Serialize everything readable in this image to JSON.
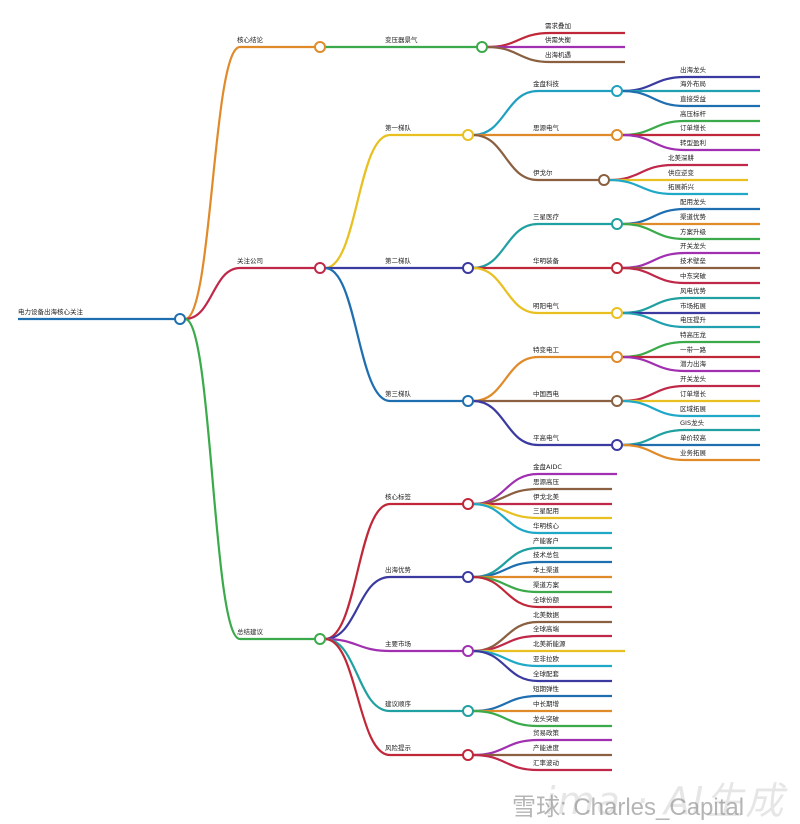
{
  "mindmap": {
    "label": "电力设备出海核心关注",
    "color": "#1f6fb0",
    "children": [
      {
        "label": "核心结论",
        "color": "#e08a2a",
        "children": [
          {
            "label": "变压器景气",
            "color": "#3aaa4a",
            "children": [
              {
                "label": "需求叠加",
                "color": "#c0283a"
              },
              {
                "label": "供需失衡",
                "color": "#a030b0"
              },
              {
                "label": "出海机遇",
                "color": "#8a6040"
              }
            ]
          }
        ]
      },
      {
        "label": "关注公司",
        "color": "#c0284a",
        "children": [
          {
            "label": "第一梯队",
            "color": "#e8c020",
            "children": [
              {
                "label": "金盘科技",
                "color": "#20a0c0",
                "children": [
                  {
                    "label": "出海龙头",
                    "color": "#3a3aa0"
                  },
                  {
                    "label": "海外布局",
                    "color": "#20a0b0"
                  },
                  {
                    "label": "直接受益",
                    "color": "#1f6fb0"
                  }
                ]
              },
              {
                "label": "思源电气",
                "color": "#e08a2a",
                "children": [
                  {
                    "label": "高压标杆",
                    "color": "#3aaa4a"
                  },
                  {
                    "label": "订单增长",
                    "color": "#c0283a"
                  },
                  {
                    "label": "转型盈利",
                    "color": "#a030b0"
                  }
                ]
              },
              {
                "label": "伊戈尔",
                "color": "#8a6040",
                "children": [
                  {
                    "label": "北美深耕",
                    "color": "#c0284a"
                  },
                  {
                    "label": "供应逆变",
                    "color": "#e8c020"
                  },
                  {
                    "label": "拓展新兴",
                    "color": "#20a8c8"
                  }
                ]
              }
            ]
          },
          {
            "label": "第二梯队",
            "color": "#3a3aa0",
            "children": [
              {
                "label": "三星医疗",
                "color": "#20a0a0",
                "children": [
                  {
                    "label": "配用龙头",
                    "color": "#1f6fb0"
                  },
                  {
                    "label": "渠道优势",
                    "color": "#e08a2a"
                  },
                  {
                    "label": "方案升级",
                    "color": "#3aaa4a"
                  }
                ]
              },
              {
                "label": "华明装备",
                "color": "#c0283a",
                "children": [
                  {
                    "label": "开关龙头",
                    "color": "#a030b0"
                  },
                  {
                    "label": "技术壁垒",
                    "color": "#8a6040"
                  },
                  {
                    "label": "中东突破",
                    "color": "#c0284a"
                  }
                ]
              },
              {
                "label": "明阳电气",
                "color": "#e8c020",
                "children": [
                  {
                    "label": "风电优势",
                    "color": "#20a0a0"
                  },
                  {
                    "label": "市场拓展",
                    "color": "#3a3aa0"
                  },
                  {
                    "label": "电压提升",
                    "color": "#20a0b0"
                  }
                ]
              }
            ]
          },
          {
            "label": "第三梯队",
            "color": "#1f6fb0",
            "children": [
              {
                "label": "特变电工",
                "color": "#e08a2a",
                "children": [
                  {
                    "label": "特高压龙",
                    "color": "#3aaa4a"
                  },
                  {
                    "label": "一带一路",
                    "color": "#c0283a"
                  },
                  {
                    "label": "潜力出海",
                    "color": "#a030b0"
                  }
                ]
              },
              {
                "label": "中国西电",
                "color": "#8a6040",
                "children": [
                  {
                    "label": "开关龙头",
                    "color": "#c0284a"
                  },
                  {
                    "label": "订单增长",
                    "color": "#e8c020"
                  },
                  {
                    "label": "区域拓展",
                    "color": "#20a8c8"
                  }
                ]
              },
              {
                "label": "平高电气",
                "color": "#3a3aa0",
                "children": [
                  {
                    "label": "GIS龙头",
                    "color": "#20a0a0"
                  },
                  {
                    "label": "单价较高",
                    "color": "#1f6fb0"
                  },
                  {
                    "label": "业务拓展",
                    "color": "#e08a2a"
                  }
                ]
              }
            ]
          }
        ]
      },
      {
        "label": "总结建议",
        "color": "#3aaa4a",
        "children": [
          {
            "label": "核心标签",
            "color": "#c0283a",
            "children": [
              {
                "label": "金盘AIDC",
                "color": "#a030b0"
              },
              {
                "label": "思源高压",
                "color": "#8a6040"
              },
              {
                "label": "伊戈北美",
                "color": "#c0284a"
              },
              {
                "label": "三星配用",
                "color": "#e8c020"
              },
              {
                "label": "华明核心",
                "color": "#20a8c8"
              }
            ]
          },
          {
            "label": "出海优势",
            "color": "#3a3aa0",
            "children": [
              {
                "label": "产能客户",
                "color": "#20a0a0"
              },
              {
                "label": "技术总包",
                "color": "#1f6fb0"
              },
              {
                "label": "本土渠道",
                "color": "#e08a2a"
              },
              {
                "label": "渠道方案",
                "color": "#3aaa4a"
              },
              {
                "label": "全球份额",
                "color": "#c0283a"
              }
            ]
          },
          {
            "label": "主要市场",
            "color": "#a030b0",
            "children": [
              {
                "label": "北美数据",
                "color": "#8a6040"
              },
              {
                "label": "全球高端",
                "color": "#c0284a"
              },
              {
                "label": "北美新能源",
                "color": "#e8c020"
              },
              {
                "label": "亚非拉欧",
                "color": "#20a8c8"
              },
              {
                "label": "全球配套",
                "color": "#3a3aa0"
              }
            ]
          },
          {
            "label": "建议顺序",
            "color": "#20a0a0",
            "children": [
              {
                "label": "短期弹性",
                "color": "#1f6fb0"
              },
              {
                "label": "中长期增",
                "color": "#e08a2a"
              },
              {
                "label": "龙头突破",
                "color": "#3aaa4a"
              }
            ]
          },
          {
            "label": "风险提示",
            "color": "#c0283a",
            "children": [
              {
                "label": "贸易政策",
                "color": "#a030b0"
              },
              {
                "label": "产能进度",
                "color": "#8a6040"
              },
              {
                "label": "汇率波动",
                "color": "#c0284a"
              }
            ]
          }
        ]
      }
    ]
  },
  "watermark": {
    "ai_label": "ima · AI生成",
    "source": "雪球: Charles_Capital"
  }
}
